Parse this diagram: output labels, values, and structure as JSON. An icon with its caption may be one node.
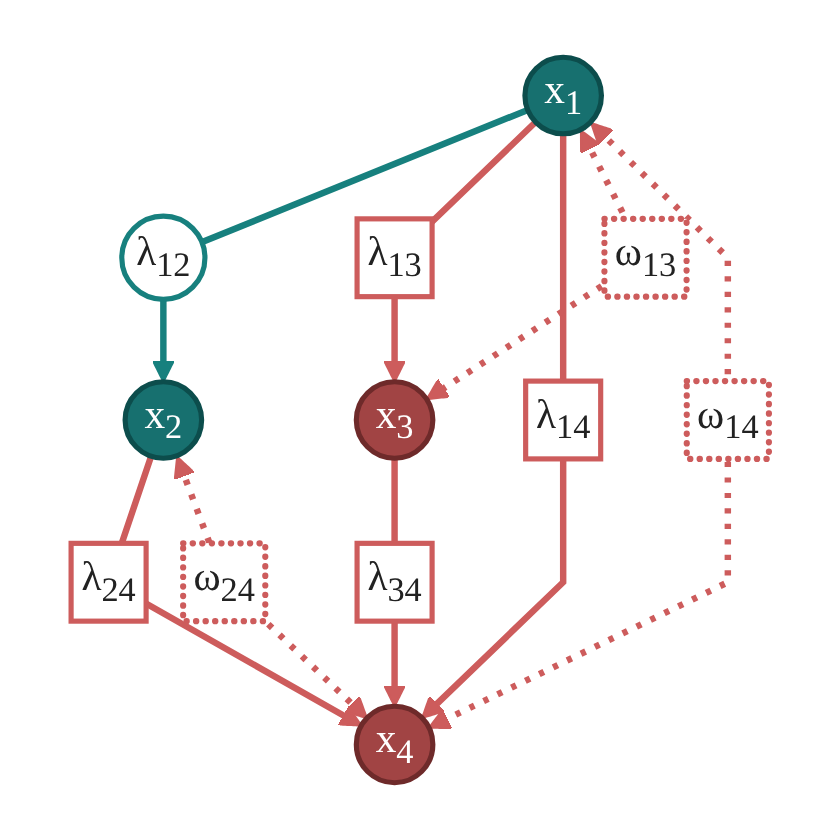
{
  "diagram": {
    "nodes": [
      {
        "text": [
          "x$_{1}$"
        ]
      },
      {
        "text": [
          "x$_{2}$"
        ]
      },
      {
        "text": [
          "x$_{3}$"
        ]
      },
      {
        "text": [
          "x$_{4}$"
        ]
      }
    ],
    "edges": [
      {
        "from": 0,
        "to": 1,
        "arrow": "to",
        "label": "λ$_{12}$",
        "color": "#17807e"
      },
      {
        "from": 0,
        "to": 2,
        "arrow": "to",
        "label": "λ$_{13}$"
      },
      {
        "from": 0,
        "to": 3,
        "arrow": "to",
        "label": "λ$_{14}$"
      },
      {
        "from": 1,
        "to": 3,
        "arrow": "to",
        "label": "λ$_{24}$"
      },
      {
        "from": 2,
        "to": 3,
        "arrow": "to",
        "label": "λ$_{34}$"
      },
      {
        "from": 0,
        "to": 2,
        "arrow": "both",
        "label": "ω$_{13}$",
        "style": "dashed"
      },
      {
        "from": 0,
        "to": 3,
        "arrow": "both",
        "label": "ω$_{14}$",
        "style": "dashed"
      },
      {
        "from": 1,
        "to": 3,
        "arrow": "both",
        "label": "ω$_{24}$",
        "style": "dashed"
      }
    ]
  }
}
